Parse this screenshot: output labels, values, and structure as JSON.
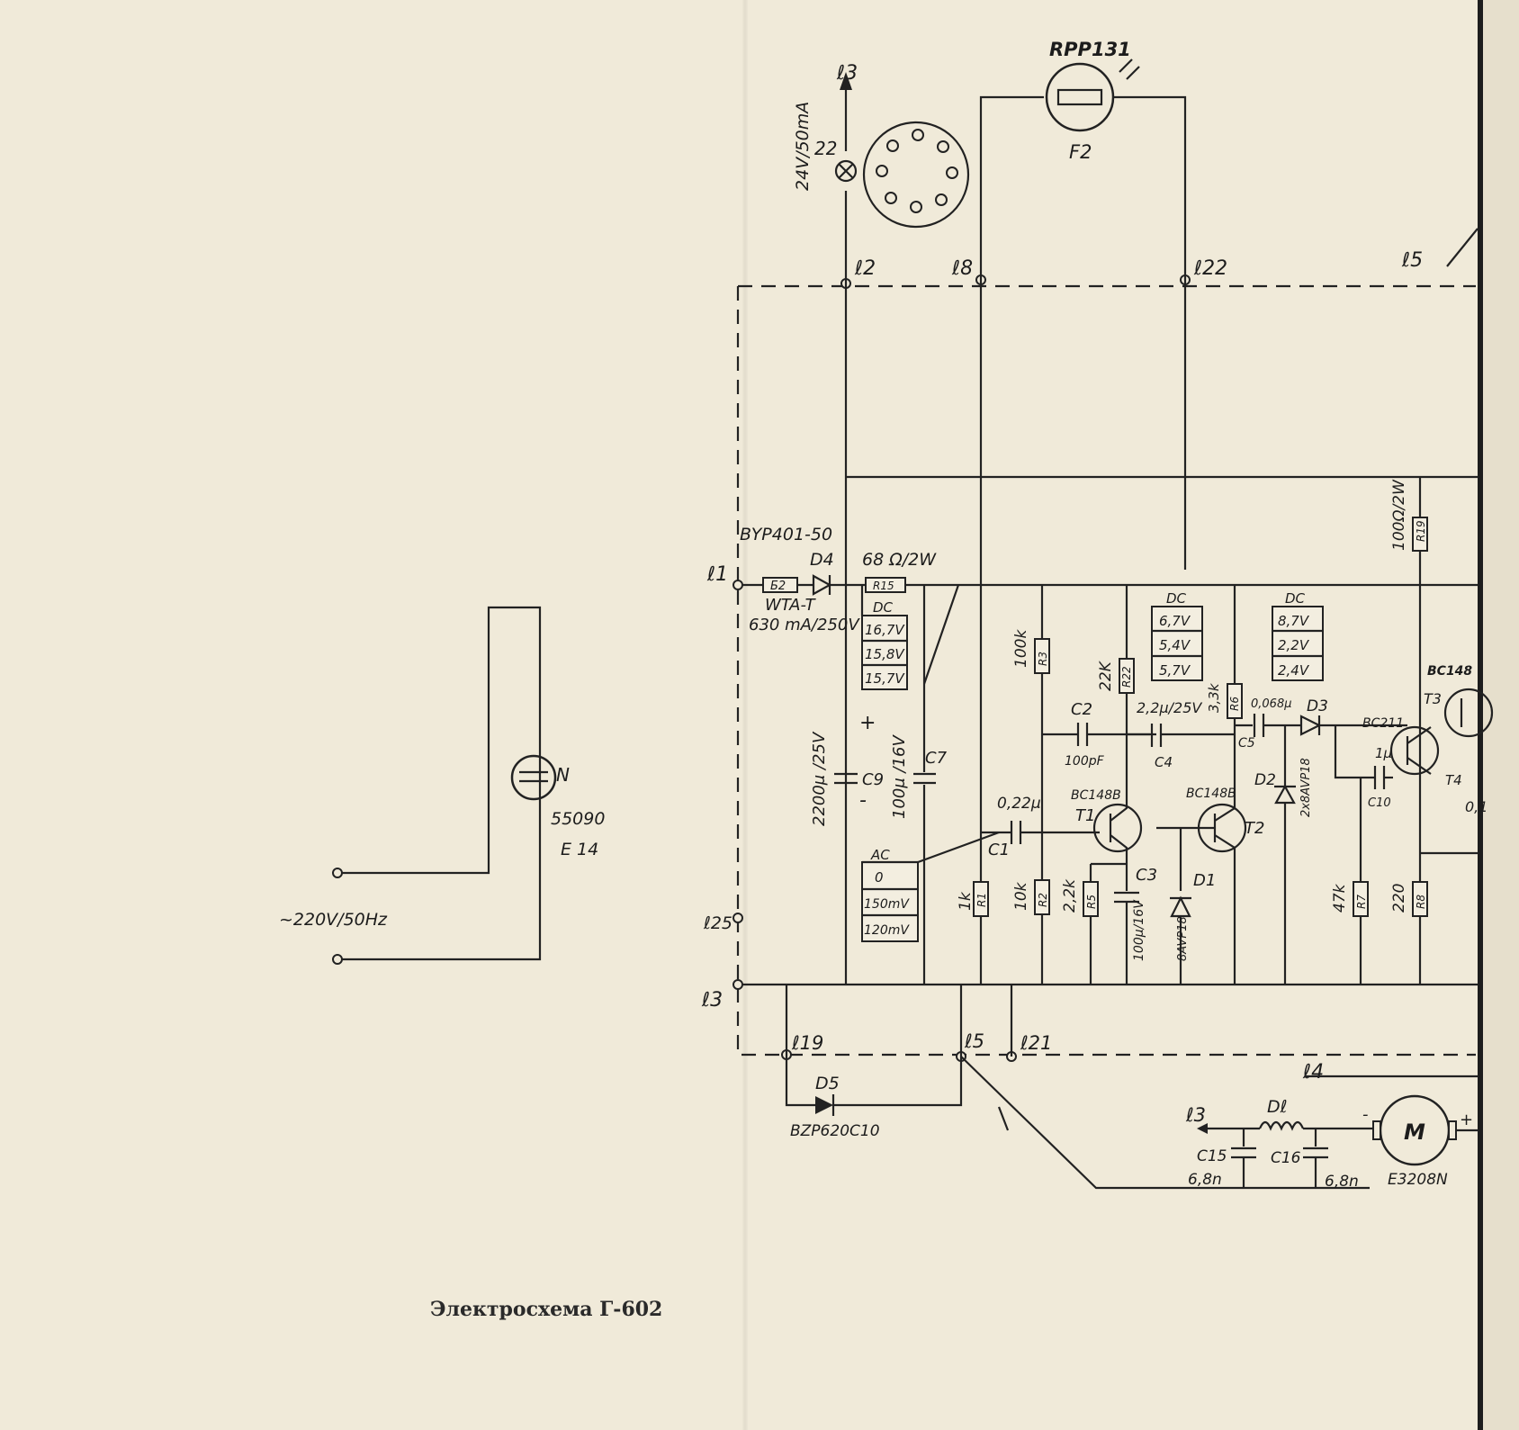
{
  "caption": "Электросхема Г-602",
  "mains": {
    "voltage": "~220V/50Hz",
    "lamp_type": "55090",
    "lamp_base": "E 14",
    "lamp_label": "N"
  },
  "terminals": {
    "l1": "ℓ1",
    "l2": "ℓ2",
    "l3": "ℓ3",
    "l3b": "ℓ3",
    "l3c": "ℓ3",
    "l4": "ℓ4",
    "l5": "ℓ5",
    "l5b": "ℓ5",
    "l8": "ℓ8",
    "l19": "ℓ19",
    "l21": "ℓ21",
    "l22": "ℓ22",
    "l25": "ℓ25"
  },
  "top": {
    "lamp_rating": "24V/50mA",
    "lamp_ref": "22",
    "photo_type": "RPP131",
    "photo_ref": "F2"
  },
  "supply": {
    "diode_type": "BYP401-50",
    "diode_ref": "D4",
    "fuse_ref": "Б2",
    "fuse_type": "WTA-T",
    "fuse_rating": "630 mA/250V",
    "resistor_value": "68 Ω/2W",
    "resistor_ref": "R15"
  },
  "dc_table_1": {
    "head": "DC",
    "v1": "16,7V",
    "v2": "15,8V",
    "v3": "15,7V"
  },
  "dc_table_2": {
    "head": "DC",
    "v1": "6,7V",
    "v2": "5,4V",
    "v3": "5,7V"
  },
  "dc_table_3": {
    "head": "DC",
    "v1": "8,7V",
    "v2": "2,2V",
    "v3": "2,4V"
  },
  "ac_table": {
    "head": "AC",
    "v1": "0",
    "v2": "150mV",
    "v3": "120mV"
  },
  "caps": {
    "c9_ref": "C9",
    "c9_val": "2200μ /25V",
    "c9_plus": "+",
    "c9_minus": "-",
    "c7_ref": "C7",
    "c7_val": "100μ /16V",
    "c1_ref": "C1",
    "c1_val": "0,22μ",
    "c2_ref": "C2",
    "c2_val": "100pF",
    "c3_ref": "C3",
    "c3_val": "100μ/16V",
    "c4_ref": "C4",
    "c4_val": "2,2μ/25V",
    "c5_ref": "C5",
    "c5_val": "0,068μ",
    "c10_ref": "C10",
    "c10_val": "1μ",
    "c15_ref": "C15",
    "c15_val": "6,8n",
    "c16_ref": "C16",
    "c16_val": "6,8n"
  },
  "resistors": {
    "r1_ref": "R1",
    "r1_val": "1k",
    "r2_ref": "R2",
    "r2_val": "10k",
    "r3_ref": "R3",
    "r3_val": "100k",
    "r5_ref": "R5",
    "r5_val": "2,2k",
    "r22_ref": "R22",
    "r22_val": "22K",
    "r6_ref": "R6",
    "r6_val": "3,3k",
    "r7_ref": "R7",
    "r7_val": "47k",
    "r8_ref": "R8",
    "r8_val": "220",
    "r19_ref": "R19",
    "r19_val": "100Ω/2W"
  },
  "semis": {
    "t1_ref": "T1",
    "t1_type": "BC148B",
    "t2_ref": "T2",
    "t2_type": "BC148B",
    "t3_ref": "T3",
    "t3_type": "BC148",
    "t4_ref": "T4",
    "t4_type": "BC211",
    "d1_ref": "D1",
    "d1_type": "8AVP18",
    "d2_ref": "D2",
    "d2_type": "2x8AVP18",
    "d3_ref": "D3",
    "d5_ref": "D5",
    "d5_type": "BZP620C10",
    "right_partial": "0,1"
  },
  "motor": {
    "symbol": "M",
    "type": "E3208N",
    "minus": "-",
    "plus": "+",
    "choke_ref": "Dℓ"
  }
}
